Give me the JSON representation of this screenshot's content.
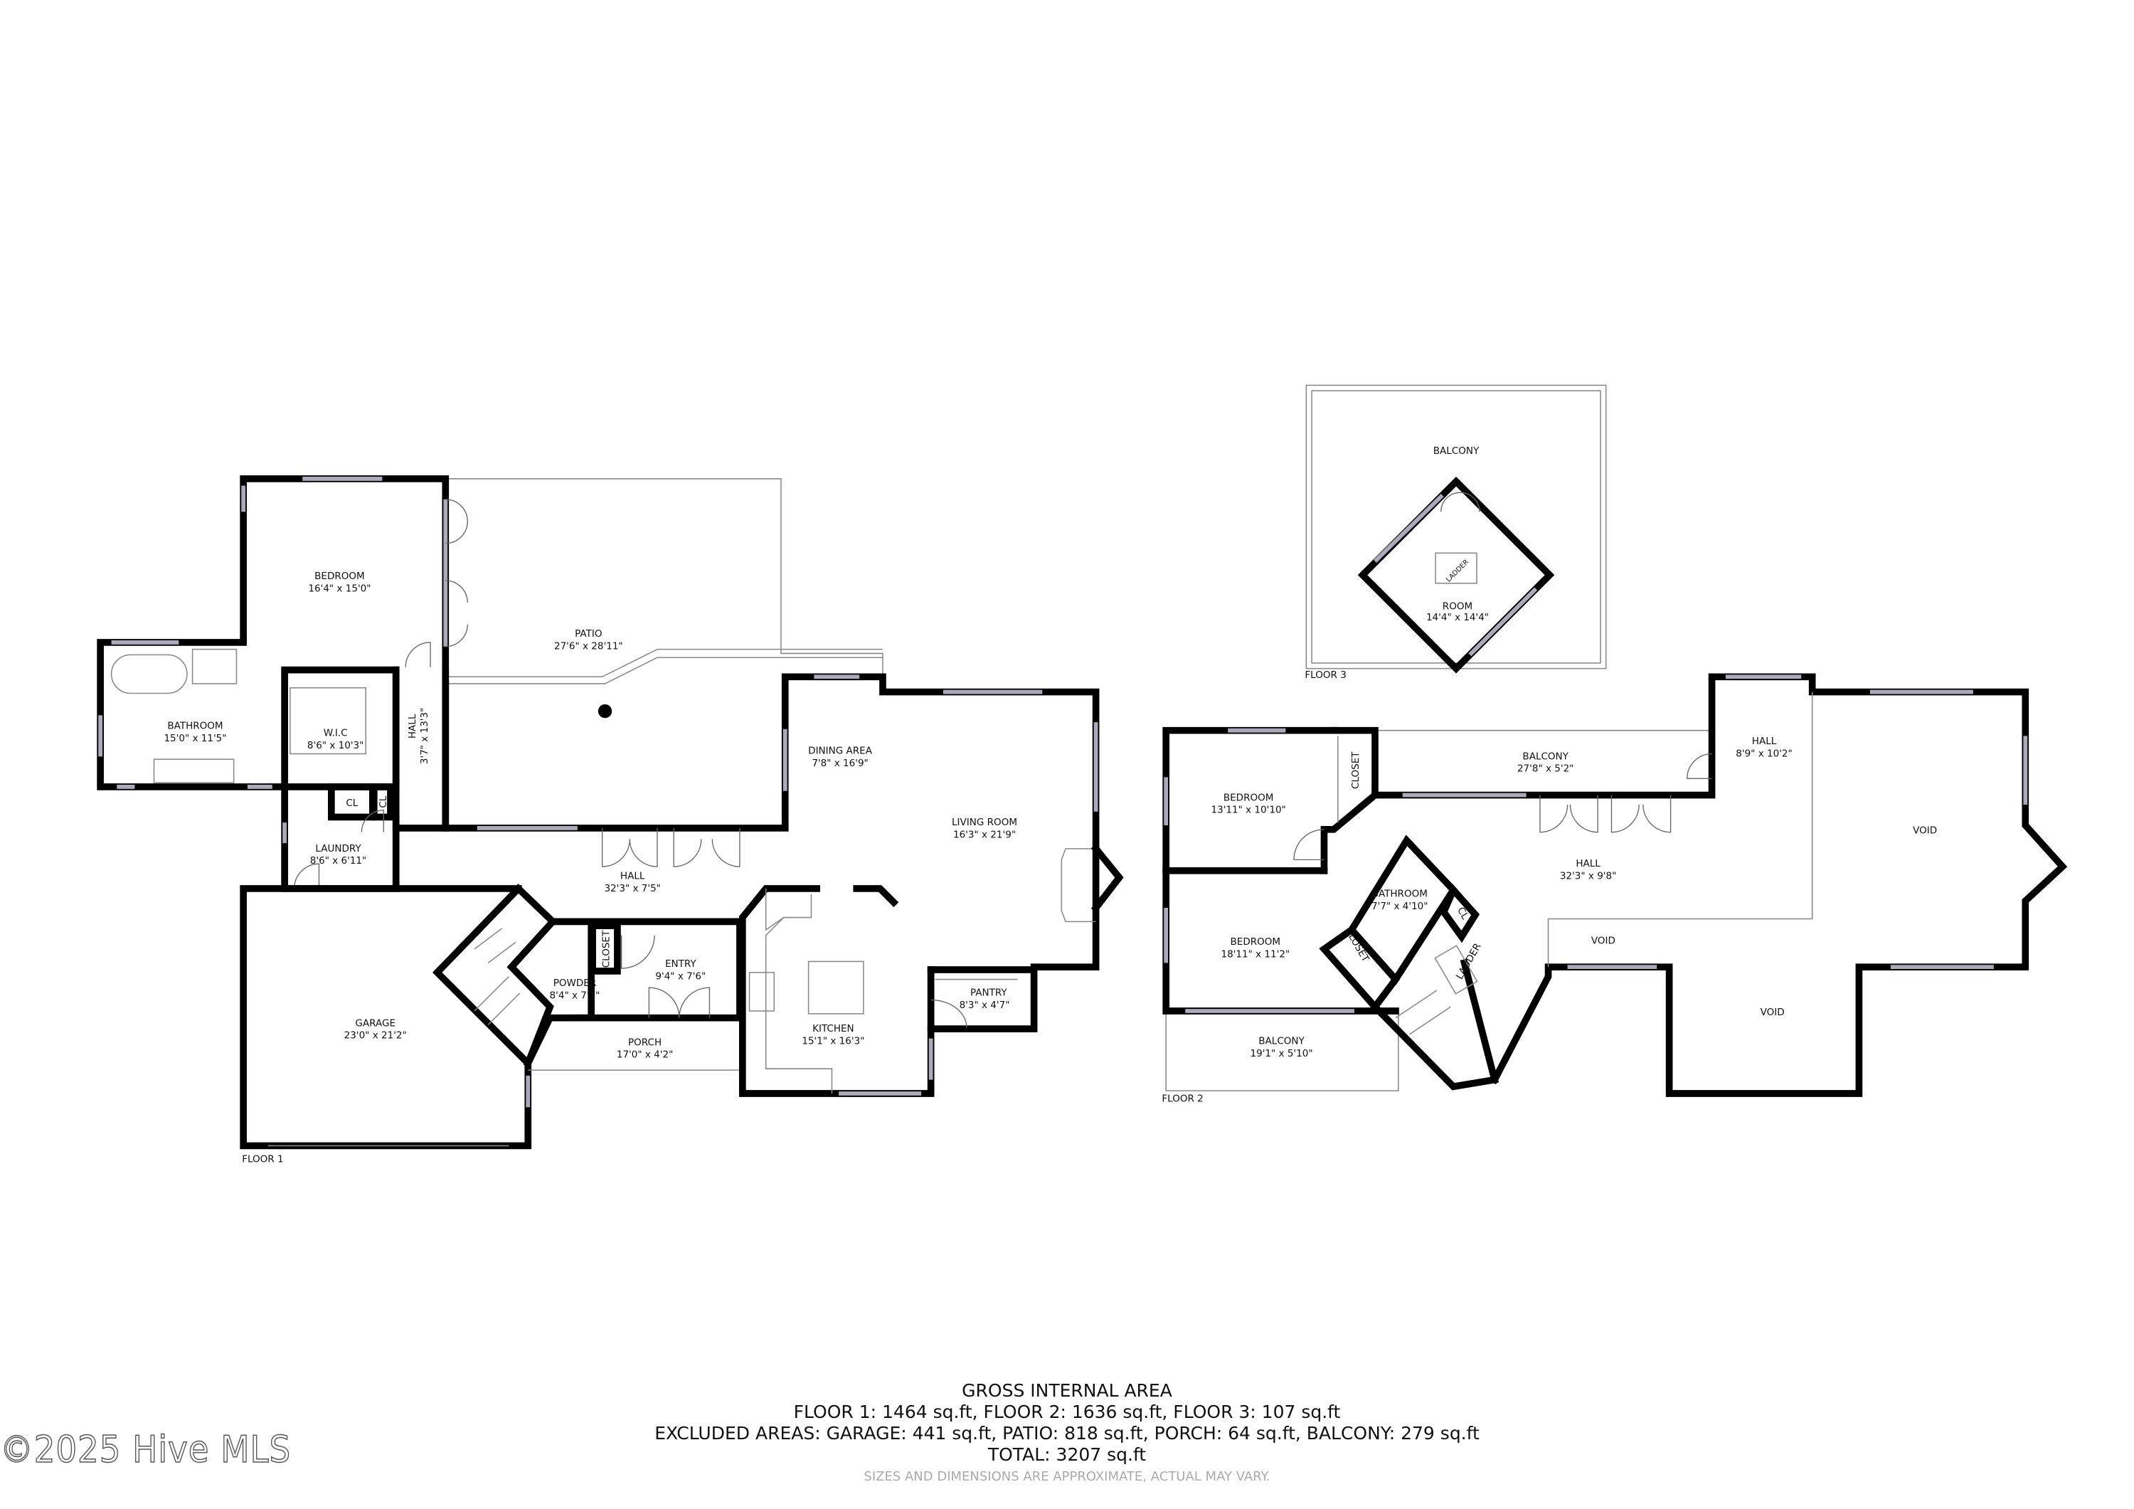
{
  "floor1": {
    "label": "FLOOR 1",
    "rooms": {
      "bedroom": {
        "name": "BEDROOM",
        "size": "16'4\" x 15'0\""
      },
      "bathroom": {
        "name": "BATHROOM",
        "size": "15'0\" x 11'5\""
      },
      "wic": {
        "name": "W.I.C",
        "size": "8'6\" x 10'3\""
      },
      "hall_small": {
        "name": "HALL",
        "size": "3'7\" x 13'3\""
      },
      "patio": {
        "name": "PATIO",
        "size": "27'6\" x 28'11\""
      },
      "dining": {
        "name": "DINING AREA",
        "size": "7'8\" x 16'9\""
      },
      "living": {
        "name": "LIVING ROOM",
        "size": "16'3\" x 21'9\""
      },
      "cl1": {
        "name": "CL"
      },
      "cl2": {
        "name": "CL"
      },
      "laundry": {
        "name": "LAUNDRY",
        "size": "8'6\" x 6'11\""
      },
      "hall": {
        "name": "HALL",
        "size": "32'3\" x 7'5\""
      },
      "garage": {
        "name": "GARAGE",
        "size": "23'0\" x 21'2\""
      },
      "closet": {
        "name": "CLOSET"
      },
      "powder": {
        "name": "POWDER",
        "size": "8'4\" x 7'1\""
      },
      "entry": {
        "name": "ENTRY",
        "size": "9'4\" x 7'6\""
      },
      "porch": {
        "name": "PORCH",
        "size": "17'0\" x 4'2\""
      },
      "kitchen": {
        "name": "KITCHEN",
        "size": "15'1\" x 16'3\""
      },
      "pantry": {
        "name": "PANTRY",
        "size": "8'3\" x 4'7\""
      }
    }
  },
  "floor2": {
    "label": "FLOOR 2",
    "rooms": {
      "bedroom1": {
        "name": "BEDROOM",
        "size": "13'11\" x 10'10\""
      },
      "closet1": {
        "name": "CLOSET"
      },
      "balcony_top": {
        "name": "BALCONY",
        "size": "27'8\" x 5'2\""
      },
      "hall_upper": {
        "name": "HALL",
        "size": "8'9\" x 10'2\""
      },
      "void_large": {
        "name": "VOID"
      },
      "hall": {
        "name": "HALL",
        "size": "32'3\" x 9'8\""
      },
      "bathroom": {
        "name": "BATHROOM",
        "size": "7'7\" x 4'10\""
      },
      "cl": {
        "name": "CL"
      },
      "closet2": {
        "name": "CLOSET"
      },
      "ladder": {
        "name": "LADDER"
      },
      "bedroom2": {
        "name": "BEDROOM",
        "size": "18'11\" x 11'2\""
      },
      "void_small": {
        "name": "VOID"
      },
      "void_bottom": {
        "name": "VOID"
      },
      "balcony_bottom": {
        "name": "BALCONY",
        "size": "19'1\" x 5'10\""
      }
    }
  },
  "floor3": {
    "label": "FLOOR 3",
    "rooms": {
      "balcony": {
        "name": "BALCONY"
      },
      "ladder": {
        "name": "LADDER"
      },
      "room": {
        "name": "ROOM",
        "size": "14'4\" x 14'4\""
      }
    }
  },
  "summary": {
    "title": "GROSS INTERNAL AREA",
    "floors": "FLOOR 1: 1464 sq.ft, FLOOR 2: 1636 sq.ft, FLOOR 3: 107 sq.ft",
    "excluded": "EXCLUDED AREAS: GARAGE: 441 sq.ft, PATIO: 818 sq.ft, PORCH: 64 sq.ft, BALCONY: 279 sq.ft",
    "total": "TOTAL: 3207 sq.ft",
    "disclaimer": "SIZES AND DIMENSIONS ARE APPROXIMATE, ACTUAL MAY VARY."
  },
  "watermark": "©2025 Hive MLS"
}
